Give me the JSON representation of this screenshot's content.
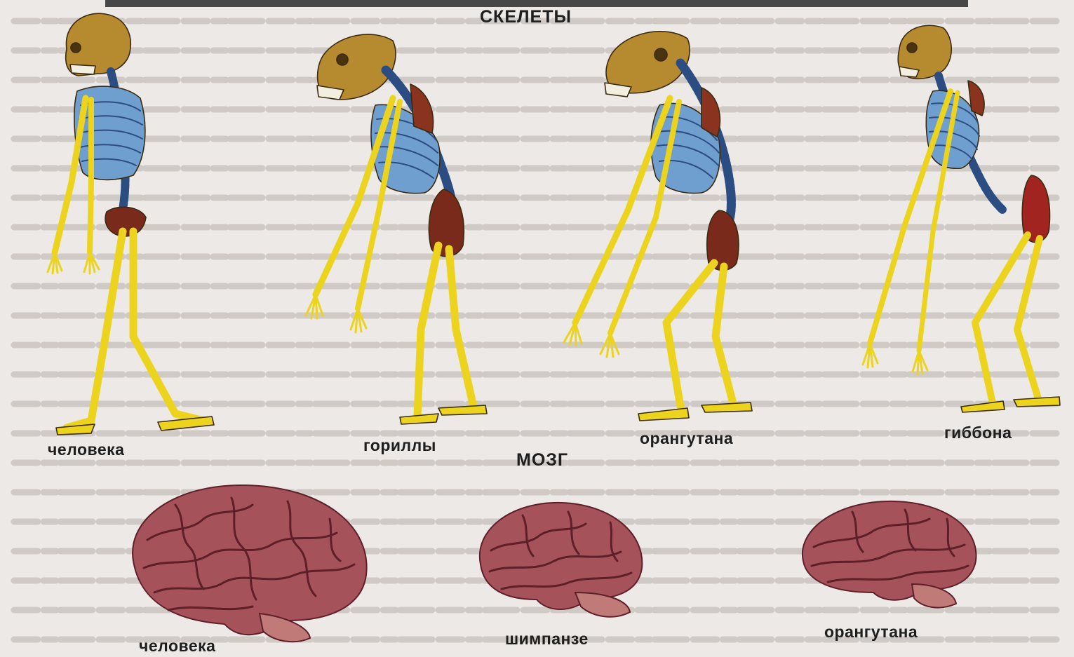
{
  "headings": {
    "skeletons": "СКЕЛЕТЫ",
    "brain": "МОЗГ"
  },
  "skeleton_labels": {
    "human": "человека",
    "gorilla": "гориллы",
    "orangutan": "орангутана",
    "gibbon": "гиббона"
  },
  "brain_labels": {
    "human": "человека",
    "chimpanzee": "шимпанзе",
    "orangutan": "орангутана"
  },
  "colors": {
    "bone": "#ecd41e",
    "skull": "#b68a2e",
    "ribs": "#6f9fce",
    "spine": "#2c4d82",
    "shoulder_blade": "#8a3420",
    "pelvis": "#7a2a1a",
    "outline": "#3a2a10",
    "brain": "#a5525b",
    "brain_dark": "#5e1f28",
    "background": "#ece9e6"
  }
}
